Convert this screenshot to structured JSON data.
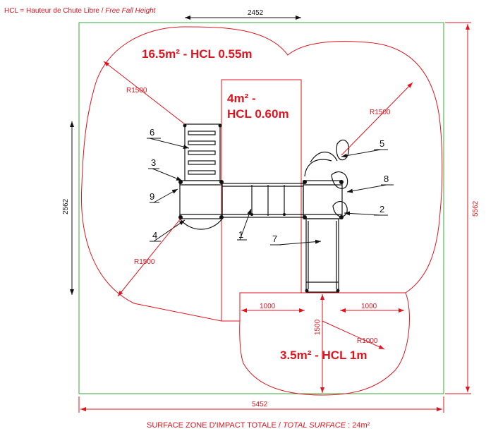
{
  "legend": {
    "prefix": "HCL = Hauteur de Chute Libre / ",
    "italic": "Free Fall Height"
  },
  "zones": {
    "main": "16.5m² - HCL 0.55m",
    "slide_top_line1": "4m² -",
    "slide_top_line2": "HCL 0.60m",
    "slide_exit": "3.5m² - HCL 1m"
  },
  "dimensions": {
    "top_width": "2452",
    "left_height": "2562",
    "right_height": "5562",
    "bottom_width": "5452",
    "radius_top_left": "R1500",
    "radius_top_right": "R1500",
    "radius_bottom_left": "R1500",
    "radius_slide": "R1000",
    "slide_left_width": "1000",
    "slide_right_width": "1000",
    "slide_length": "1500"
  },
  "callouts": [
    "1",
    "2",
    "3",
    "4",
    "5",
    "6",
    "7",
    "8",
    "9"
  ],
  "footer": {
    "prefix": "SURFACE ZONE D'IMPACT TOTALE / ",
    "italic": "TOTAL SURFACE",
    "suffix": " : 24m²"
  },
  "colors": {
    "impact_zone": "#e0141e",
    "frame": "#3aa83a",
    "equipment": "#111111"
  }
}
